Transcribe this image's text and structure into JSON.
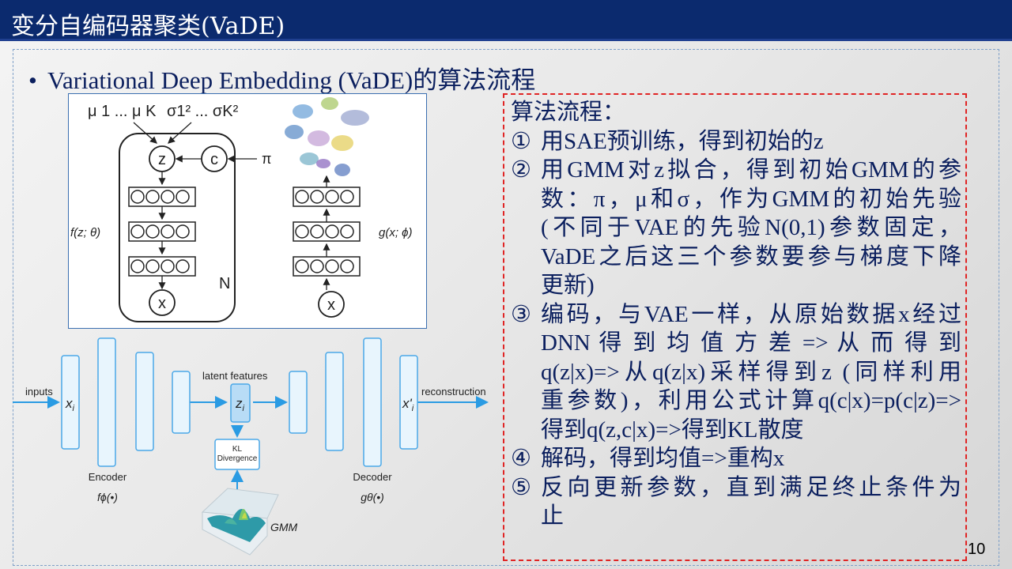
{
  "slide": {
    "title": "变分自编码器聚类(VaDE)",
    "bullet": "Variational Deep Embedding (VaDE)的算法流程",
    "page_number": "10"
  },
  "vade_figure": {
    "mu_label": "μ 1 ... μ K",
    "sigma_label": "σ1² ... σK²",
    "z_node": "z",
    "c_node": "c",
    "pi_label": "π",
    "x_node_left": "x",
    "x_node_right": "x",
    "f_label": "f(z; θ)",
    "g_label": "g(x; ϕ)",
    "n_label": "N"
  },
  "network_figure": {
    "inputs_label": "inputs",
    "x_label": "x",
    "x_sub": "i",
    "latent_label": "latent features",
    "z_label": "z",
    "z_sub": "i",
    "xprime_label": "x'",
    "xprime_sub": "i",
    "reconstruction_label": "reconstruction",
    "kl_line1": "KL",
    "kl_line2": "Divergence",
    "encoder_label": "Encoder",
    "encoder_fn": "fϕ(•)",
    "decoder_label": "Decoder",
    "decoder_fn": "gθ(•)",
    "gmm_label": "GMM"
  },
  "algorithm": {
    "heading": "算法流程：",
    "steps": [
      {
        "num": "①",
        "lines": [
          "用SAE预训练，得到初始的z"
        ]
      },
      {
        "num": "②",
        "lines": [
          "用GMM对z拟合，得到初始GMM的参",
          "数：π，μ和σ，作为GMM的初始先验",
          "(不同于VAE的先验N(0,1)参数固定，",
          "VaDE之后这三个参数要参与梯度下降",
          "更新)"
        ]
      },
      {
        "num": "③",
        "lines": [
          "编码，与VAE一样，从原始数据x经过",
          "DNN 得 到 均 值 方 差 => 从 而 得 到",
          "q(z|x)=>从q(z|x)采样得到z (同样利用",
          "重参数)，利用公式计算q(c|x)=p(c|z)=>",
          "得到q(z,c|x)=>得到KL散度"
        ]
      },
      {
        "num": "④",
        "lines": [
          "解码，得到均值=>重构x"
        ]
      },
      {
        "num": "⑤",
        "lines": [
          "反向更新参数，直到满足终止条件为",
          "止"
        ]
      }
    ]
  },
  "colors": {
    "title_bar": "#0b2a6e",
    "text": "#0b1f5e",
    "dashed_box": "#e02424",
    "arrow": "#2a9be3",
    "layer_fill": "#e8f5fd",
    "layer_border": "#4aa8e8"
  }
}
